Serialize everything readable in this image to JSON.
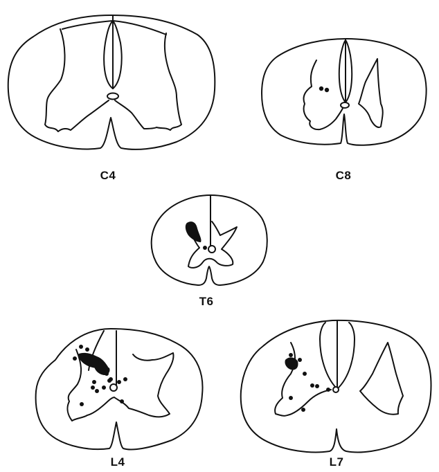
{
  "sections": [
    {
      "id": "c4",
      "label": "C4"
    },
    {
      "id": "c8",
      "label": "C8"
    },
    {
      "id": "t6",
      "label": "T6"
    },
    {
      "id": "l4",
      "label": "L4"
    },
    {
      "id": "l7",
      "label": "L7"
    }
  ]
}
